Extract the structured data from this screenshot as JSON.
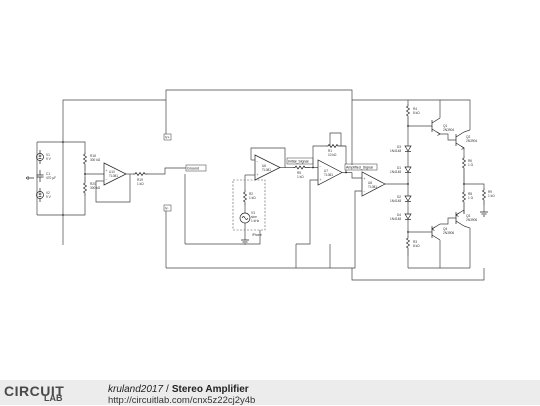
{
  "footer": {
    "logo_top": "CIRCUIT",
    "logo_bottom": "LAB",
    "author": "kruland2017",
    "separator": "/",
    "project": "Stereo Amplifier",
    "url": "http://circuitlab.com/cnx5z22cj2y4b"
  },
  "components": {
    "V1": [
      "V1",
      "9 V"
    ],
    "V2": [
      "V2",
      "9 V"
    ],
    "C1": [
      "C1",
      "470 µF"
    ],
    "R18": [
      "R18",
      "300 kΩ"
    ],
    "R20": [
      "R20",
      "300 kΩ"
    ],
    "U10": [
      "U10",
      "TL081"
    ],
    "R19": [
      "R19",
      "1 kΩ"
    ],
    "U6": [
      "U6",
      "TL081"
    ],
    "R2": [
      "R2",
      "1 kΩ"
    ],
    "V3": [
      "V3",
      "sine",
      "1 kHz"
    ],
    "iPhone": [
      "iPhone"
    ],
    "U7": [
      "U7",
      "TL081"
    ],
    "R5": [
      "R5",
      "1 kΩ"
    ],
    "R1": [
      "R1",
      "10 kΩ"
    ],
    "U8": [
      "U8",
      "TL081"
    ],
    "R4": [
      "R4",
      "8 kΩ"
    ],
    "D3": [
      "D3",
      "1N4148"
    ],
    "D1": [
      "D1",
      "1N4148"
    ],
    "D2": [
      "D2",
      "1N4148"
    ],
    "D4": [
      "D4",
      "1N4148"
    ],
    "R3": [
      "R3",
      "8 kΩ"
    ],
    "Q1": [
      "Q1",
      "2N3904"
    ],
    "Q2": [
      "Q2",
      "2N3904"
    ],
    "Q3": [
      "Q3",
      "2N3906"
    ],
    "Q4": [
      "Q4",
      "2N3906"
    ],
    "R6": [
      "R6",
      "1 Ω"
    ],
    "R8": [
      "R8",
      "1 Ω"
    ],
    "R9": [
      "R9",
      "1 kΩ"
    ]
  },
  "net_labels": {
    "ground": "Ground",
    "input": "Initial_Signal",
    "amplified": "Amplified_Signal",
    "vplus": "V+",
    "vminus": "V-"
  }
}
